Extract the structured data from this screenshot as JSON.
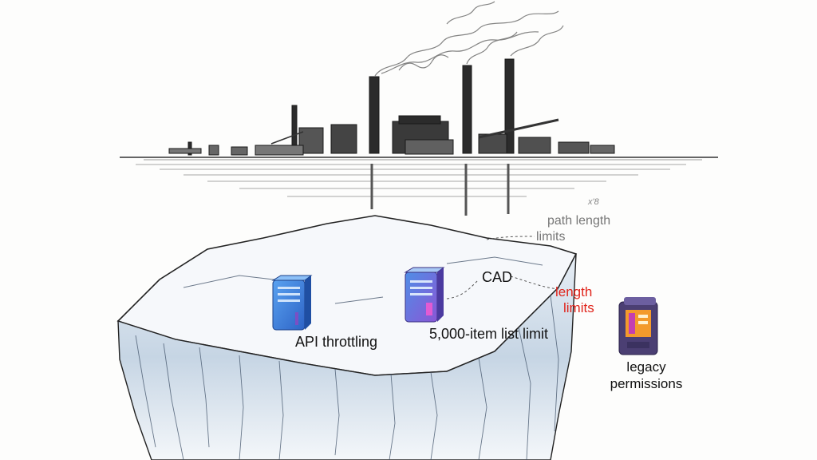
{
  "labels": {
    "api_throttling": "API throttling",
    "list_limit": "5,000-item list limit",
    "cad": "CAD",
    "path_length_line1": "path length",
    "path_length_line2": "limits",
    "length_limits_line1": "length",
    "length_limits_line2": "limits",
    "legacy_line1": "legacy",
    "legacy_line2": "permissions",
    "doodle": "x'8"
  },
  "colors": {
    "background": "#fdfdfc",
    "ink": "#1a1a1a",
    "highlight_red": "#e0241b",
    "muted_gray": "#777777",
    "ice_shadow": "#9fb4c9",
    "server_blue": "#3a7fd8",
    "server_purple": "#7b4fc4",
    "legacy_device": "#4b3f73",
    "legacy_screen": "#f39a2c"
  },
  "icons": [
    "server-blue-icon",
    "server-gradient-icon",
    "legacy-device-icon"
  ]
}
